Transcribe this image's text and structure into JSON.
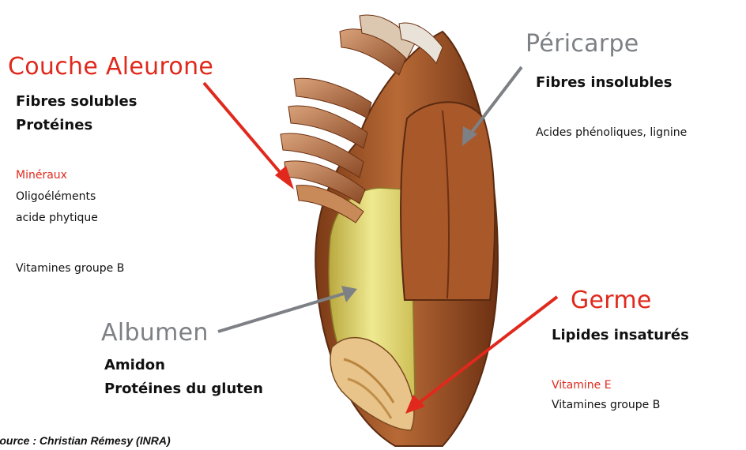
{
  "couche": {
    "title": "Couche Aleurone",
    "items": [
      "Fibres solubles",
      "Protéines"
    ],
    "minerals_label": "Minéraux",
    "minerals_items": [
      "Oligoéléments",
      "acide phytique"
    ],
    "vitamins": "Vitamines groupe B"
  },
  "pericarpe": {
    "title": "Péricarpe",
    "item1": "Fibres insolubles",
    "item2": "Acides phénoliques, lignine"
  },
  "albumen": {
    "title": "Albumen",
    "items": [
      "Amidon",
      "Protéines du gluten"
    ]
  },
  "germe": {
    "title": "Germe",
    "item1": "Lipides insaturés",
    "vit_e": "Vitamine E",
    "vit_b": "Vitamines groupe B"
  },
  "source": "Source : Christian Rémesy (INRA)",
  "colors": {
    "red": "#e0291c",
    "grey": "#7d8084",
    "bran": "#b06530",
    "endosperm": "#e3dd72"
  }
}
